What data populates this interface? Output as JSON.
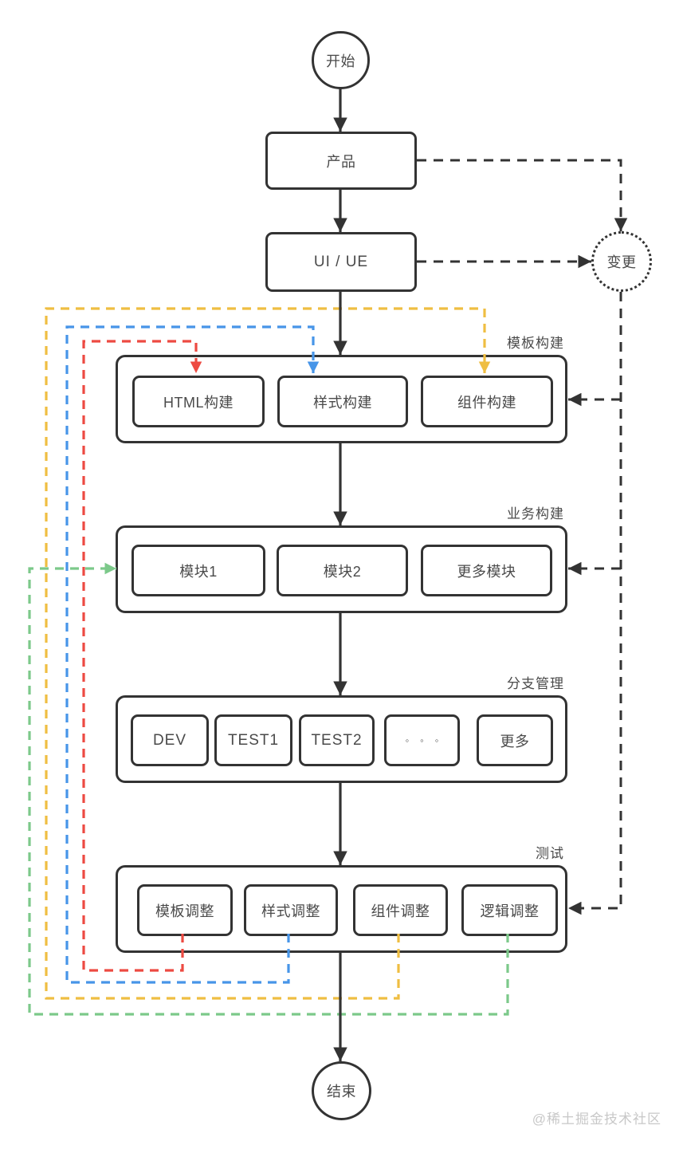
{
  "diagram": {
    "nodes": {
      "start": "开始",
      "product": "产品",
      "ui_ue": "UI / UE",
      "change": "变更",
      "end": "结束"
    },
    "groups": [
      {
        "title": "模板构建",
        "boxes": [
          "HTML构建",
          "样式构建",
          "组件构建"
        ]
      },
      {
        "title": "业务构建",
        "boxes": [
          "模块1",
          "模块2",
          "更多模块"
        ]
      },
      {
        "title": "分支管理",
        "boxes": [
          "DEV",
          "TEST1",
          "TEST2",
          "◦◦◦",
          "更多"
        ]
      },
      {
        "title": "测试",
        "boxes": [
          "模板调整",
          "样式调整",
          "组件调整",
          "逻辑调整"
        ]
      }
    ],
    "watermark": "@稀土掘金技术社区",
    "colors": {
      "line": "#333333",
      "text": "#4a4a4a",
      "red": "#ed4a42",
      "blue": "#4795e8",
      "yellow": "#efbe42",
      "green": "#7cc98a",
      "watermark": "#c8c8c8"
    }
  }
}
